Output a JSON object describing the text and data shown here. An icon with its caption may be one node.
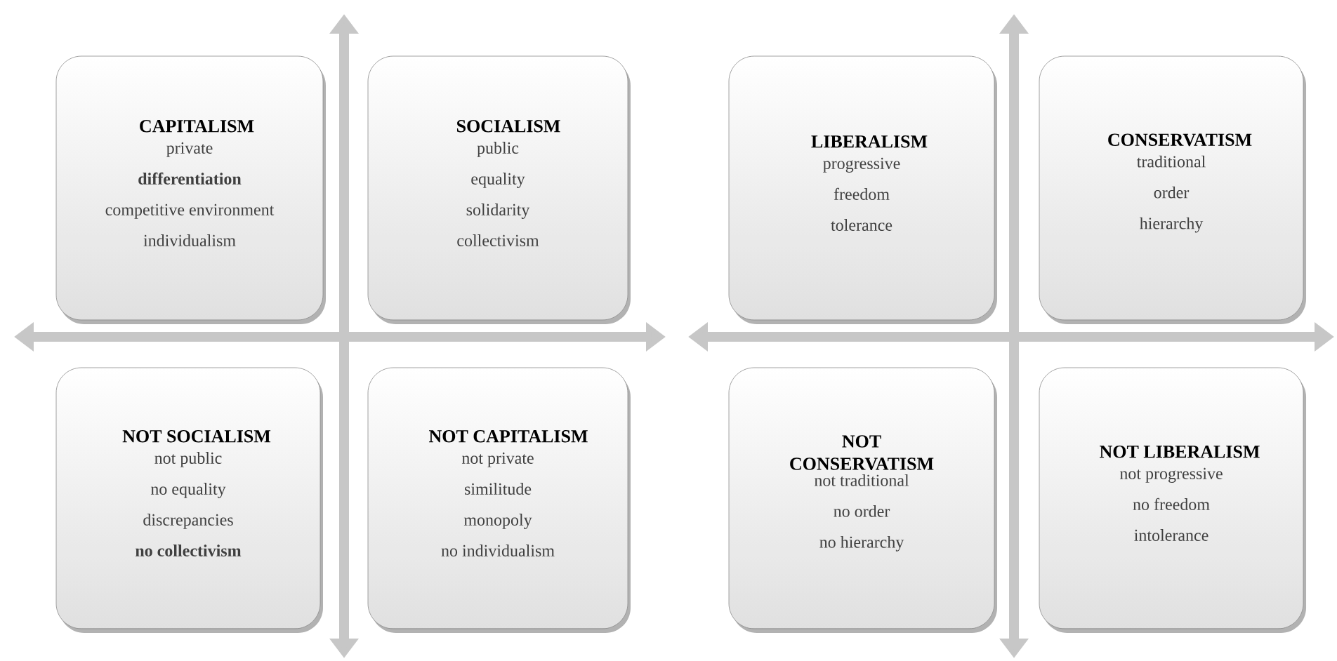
{
  "diagram": {
    "nodes": [
      {
        "text": [
          "CAPITALISM",
          "private",
          "**differentiation**",
          "competitive environment",
          "individualism"
        ]
      },
      {
        "text": [
          "SOCIALISM",
          "public",
          "equality",
          "solidarity",
          "collectivism"
        ]
      },
      {
        "text": [
          "NOT SOCIALISM",
          "not public",
          "no equality",
          "discrepancies",
          "**no collectivism**"
        ]
      },
      {
        "text": [
          "NOT CAPITALISM",
          "not private",
          "similitude",
          "monopoly",
          "no individualism"
        ]
      },
      {
        "text": [
          "LIBERALISM",
          "progressive",
          "freedom",
          "tolerance"
        ]
      },
      {
        "text": [
          "CONSERVATISM",
          "traditional",
          "order",
          "hierarchy"
        ]
      },
      {
        "text": [
          "NOT CONSERVATISM",
          "not traditional",
          "no order",
          "no hierarchy"
        ]
      },
      {
        "text": [
          "NOT LIBERALISM",
          "not progressive",
          "no freedom",
          "intolerance"
        ]
      }
    ]
  }
}
